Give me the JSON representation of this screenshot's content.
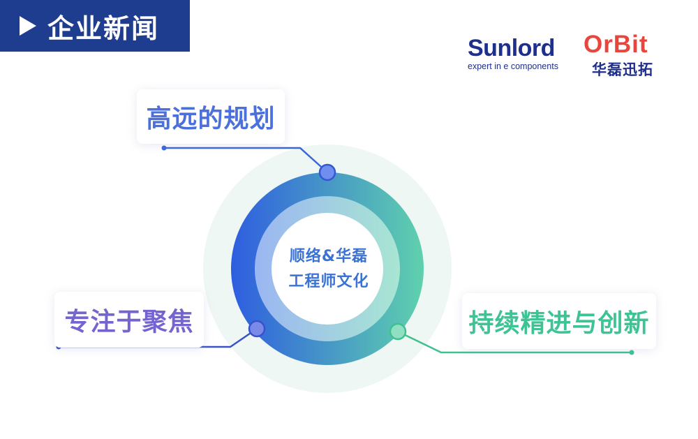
{
  "header": {
    "title": "企业新闻"
  },
  "logos": {
    "sunlord_name": "Sunlord",
    "sunlord_tagline": "expert in e components",
    "orbit_name": "OrBit",
    "orbit_cn": "华磊迅拓"
  },
  "center": {
    "line1": "顺络&华磊",
    "line2": "工程师文化"
  },
  "pillars": [
    {
      "label": "高远的规划",
      "color": "#4b70dc"
    },
    {
      "label": "专注于聚焦",
      "color": "#7464cf"
    },
    {
      "label": "持续精进与创新",
      "color": "#3ec394"
    }
  ],
  "colors": {
    "banner": "#1f3d8f",
    "ring_start": "#2e5de0",
    "ring_end": "#5fd1ad"
  }
}
